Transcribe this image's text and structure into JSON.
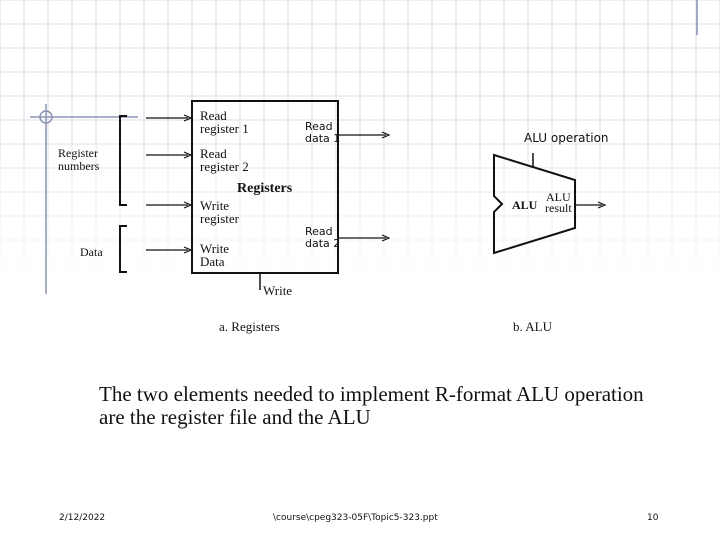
{
  "register_file": {
    "inputs": {
      "read_register_1": "Read\nregister 1",
      "read_register_2": "Read\nregister 2",
      "write_register": "Write\nregister",
      "write_data": "Write\nData"
    },
    "outputs": {
      "read_data_1": "Read\ndata 1",
      "read_data_2": "Read\ndata 2"
    },
    "title": "Registers",
    "control": "Write",
    "group_labels": {
      "register_numbers": "Register\nnumbers",
      "data": "Data"
    },
    "caption": "a. Registers"
  },
  "alu": {
    "label": "ALU",
    "operation": "ALU operation",
    "result": "ALU\nresult",
    "caption": "b. ALU"
  },
  "slide_text": "The two elements needed to implement R-format ALU operation are the register file and the ALU",
  "footer": {
    "date": "2/12/2022",
    "path": "\\course\\cpeg323-05F\\Topic5-323.ppt",
    "page": "10"
  },
  "colors": {
    "grid_line": "#d8dce6",
    "guide_line": "#8a94b4",
    "stroke": "#111111"
  }
}
